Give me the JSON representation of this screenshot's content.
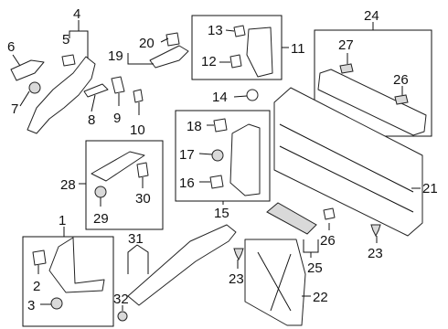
{
  "callouts": {
    "n1": "1",
    "n2": "2",
    "n3": "3",
    "n4": "4",
    "n5": "5",
    "n6": "6",
    "n7": "7",
    "n8": "8",
    "n9": "9",
    "n10": "10",
    "n11": "11",
    "n12": "12",
    "n13": "13",
    "n14": "14",
    "n15": "15",
    "n16": "16",
    "n17": "17",
    "n18": "18",
    "n19": "19",
    "n20": "20",
    "n21": "21",
    "n22": "22",
    "n23a": "23",
    "n23b": "23",
    "n24": "24",
    "n25": "25",
    "n26a": "26",
    "n26b": "26",
    "n27": "27",
    "n28": "28",
    "n29": "29",
    "n30": "30",
    "n31": "31",
    "n32": "32"
  },
  "colors": {
    "line": "#111111",
    "part_fill": "#ffffff",
    "shade": "#d9d9d9"
  }
}
